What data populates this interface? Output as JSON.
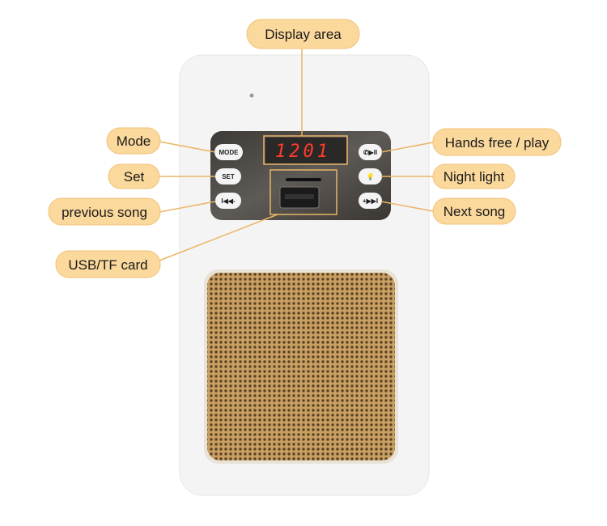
{
  "labels": {
    "display_area": "Display area",
    "mode": "Mode",
    "set": "Set",
    "previous_song": "previous song",
    "usb_tf_card": "USB/TF card",
    "hands_free_play": "Hands free / play",
    "night_light": "Night light",
    "next_song": "Next song"
  },
  "device": {
    "display_reading": "1201",
    "buttons": {
      "mode": "MODE",
      "set": "SET",
      "previous": "I◀◀-",
      "hands_free": "✆▶II",
      "night_light": "💡",
      "next": "+▶▶I"
    }
  },
  "colors": {
    "label_fill": "#fbd89c",
    "leader_line": "#ecb565",
    "panel": "#4a4744",
    "display_digits": "#ff3b2a",
    "grille": "#c49a5a"
  }
}
